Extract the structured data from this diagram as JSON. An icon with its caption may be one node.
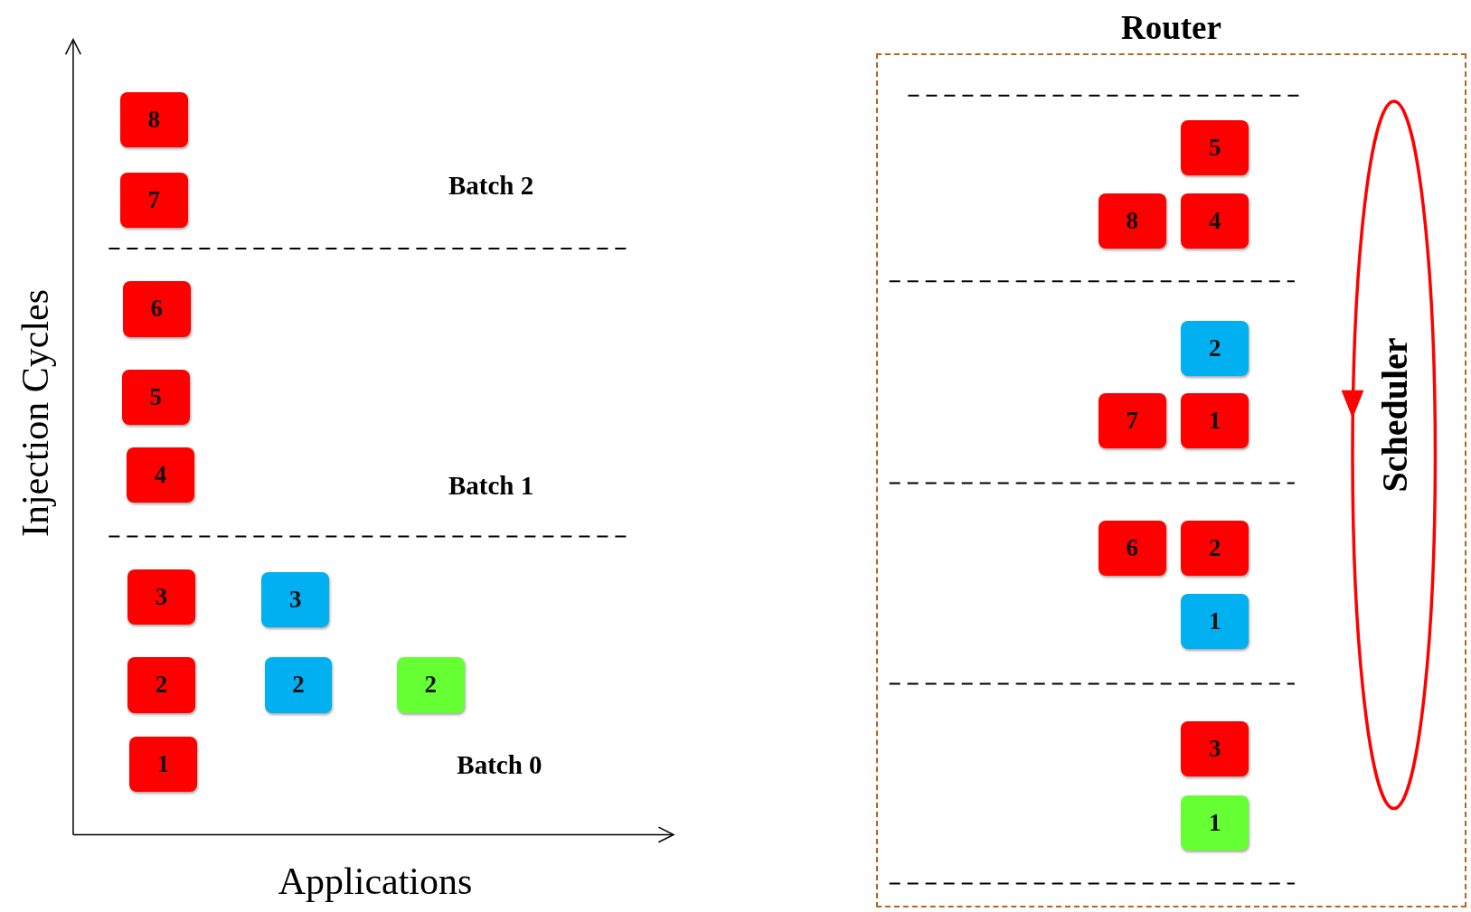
{
  "diagram": {
    "nodes": [
      {
        "text": [
          "8"
        ]
      },
      {
        "text": [
          "7"
        ]
      },
      {
        "text": [
          "6"
        ]
      },
      {
        "text": [
          "5"
        ]
      },
      {
        "text": [
          "4"
        ]
      },
      {
        "text": [
          "3"
        ]
      },
      {
        "text": [
          "3"
        ]
      },
      {
        "text": [
          "2"
        ]
      },
      {
        "text": [
          "2"
        ]
      },
      {
        "text": [
          "2"
        ]
      },
      {
        "text": [
          "1"
        ]
      },
      {
        "text": [
          "Router"
        ]
      },
      {
        "text": [
          "5"
        ],
        "in": 11
      },
      {
        "text": [
          "8"
        ],
        "in": 11
      },
      {
        "text": [
          "4"
        ],
        "in": 11
      },
      {
        "text": [
          "2"
        ],
        "in": 11
      },
      {
        "text": [
          "7"
        ],
        "in": 11
      },
      {
        "text": [
          "1"
        ],
        "in": 11
      },
      {
        "text": [
          "6"
        ],
        "in": 11
      },
      {
        "text": [
          "2"
        ],
        "in": 11
      },
      {
        "text": [
          "1"
        ],
        "in": 11
      },
      {
        "text": [
          "3"
        ],
        "in": 11
      },
      {
        "text": [
          "1"
        ],
        "in": 11
      },
      {
        "text": [
          "Scheduler"
        ],
        "in": 11
      }
    ],
    "edges": [],
    "labels": [
      "Batch 2",
      "Batch 1",
      "Batch 0",
      "Injection Cycles",
      "Applications"
    ]
  }
}
